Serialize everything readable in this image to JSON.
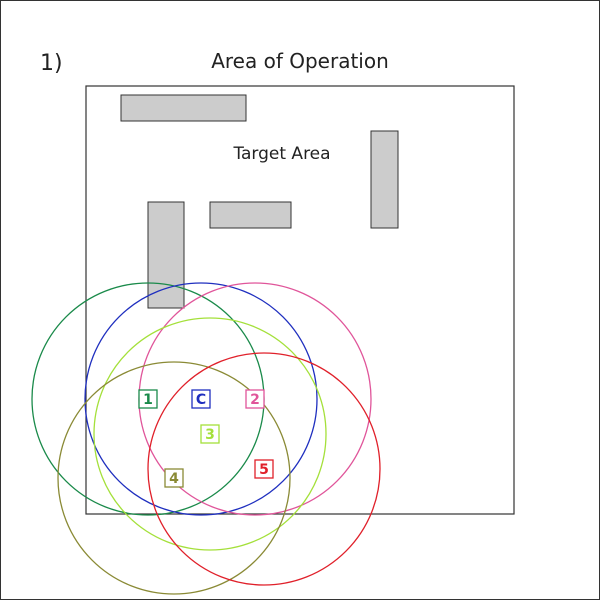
{
  "figure_number": "1)",
  "title": "Area of Operation",
  "target_label": "Target Area",
  "colors": {
    "border": "#333333",
    "obstacle_fill": "#cccccc",
    "obstacle_stroke": "#333333"
  },
  "markers": [
    {
      "id": "1",
      "label": "1",
      "color": "#1a8a4a"
    },
    {
      "id": "C",
      "label": "C",
      "color": "#1f2fbf"
    },
    {
      "id": "2",
      "label": "2",
      "color": "#e0559a"
    },
    {
      "id": "3",
      "label": "3",
      "color": "#a4e03a"
    },
    {
      "id": "4",
      "label": "4",
      "color": "#8a8a35"
    },
    {
      "id": "5",
      "label": "5",
      "color": "#e0202a"
    }
  ]
}
